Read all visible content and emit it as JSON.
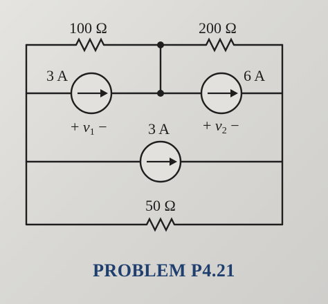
{
  "circuit": {
    "resistors": {
      "top_left": "100 Ω",
      "top_right": "200 Ω",
      "bottom": "50 Ω"
    },
    "sources": {
      "left": {
        "label": "3 A",
        "voltage_plus": "+",
        "voltage_var": "v",
        "voltage_sub": "1",
        "voltage_minus": "−"
      },
      "right": {
        "label": "6 A",
        "voltage_plus": "+",
        "voltage_var": "v",
        "voltage_sub": "2",
        "voltage_minus": "−"
      },
      "middle": {
        "label": "3 A"
      }
    }
  },
  "caption": "PROBLEM P4.21",
  "colors": {
    "ink": "#1e1e1e",
    "caption": "#1f3f6e"
  }
}
